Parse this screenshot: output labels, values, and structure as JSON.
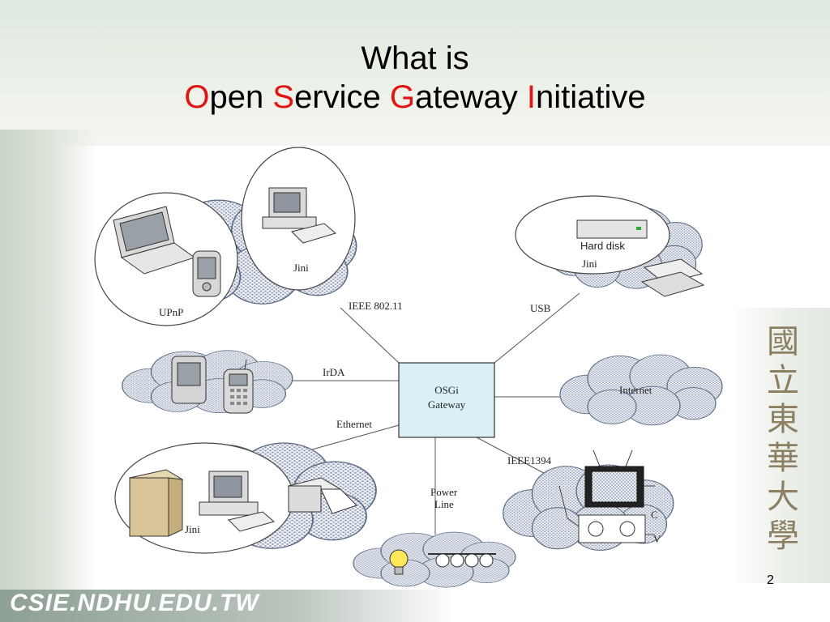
{
  "title": {
    "line1": "What is",
    "w1_initial": "O",
    "w1_rest": "pen ",
    "w2_initial": "S",
    "w2_rest": "ervice ",
    "w3_initial": "G",
    "w3_rest": "ateway ",
    "w4_initial": "I",
    "w4_rest": "nitiative"
  },
  "diagram": {
    "gateway_line1": "OSGi",
    "gateway_line2": "Gateway",
    "links": {
      "ieee80211": "IEEE 802.11",
      "usb": "USB",
      "irda": "IrDA",
      "ethernet": "Ethernet",
      "ieee1394": "IEEE1394",
      "power_line_1": "Power",
      "power_line_2": "Line"
    },
    "labels": {
      "upnp": "UPnP",
      "jini_top": "Jini",
      "hard_disk": "Hard disk",
      "jini_usb": "Jini",
      "internet": "Internet",
      "jini_ethernet": "Jini",
      "c": "C",
      "v": "V"
    }
  },
  "seal_chars": [
    "國",
    "立",
    "東",
    "華",
    "大",
    "學"
  ],
  "footer": "CSIE.NDHU.EDU.TW",
  "page_number": "2",
  "colors": {
    "accent": "#e11313",
    "gateway_fill": "#d8f0f6",
    "cloud_fill": "#c9d1dc"
  }
}
